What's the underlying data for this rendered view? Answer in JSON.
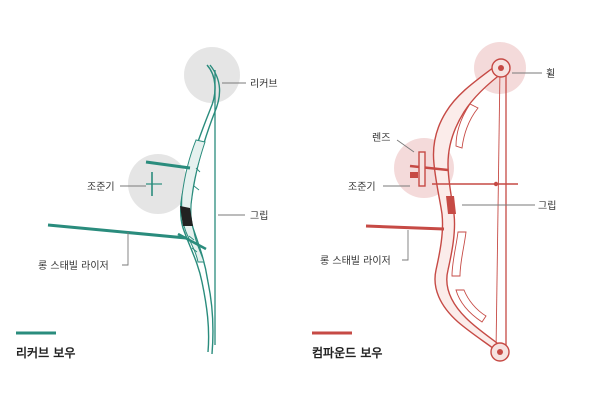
{
  "colors": {
    "recurve": "#2a8c7d",
    "compound": "#c64a45",
    "compound_fill": "#f6e2e0",
    "highlight": "#d8d8d8",
    "compound_highlight": "#f2d2d2",
    "text": "#333333"
  },
  "recurve": {
    "legend": "리커브 보우",
    "labels": {
      "limb": "리커브",
      "sight": "조준기",
      "grip": "그립",
      "stabilizer": "롱 스태빌 라이저"
    }
  },
  "compound": {
    "legend": "컴파운드 보우",
    "labels": {
      "wheel": "휠",
      "lens": "렌즈",
      "sight": "조준기",
      "grip": "그립",
      "stabilizer": "롱 스태빌 라이저"
    }
  }
}
